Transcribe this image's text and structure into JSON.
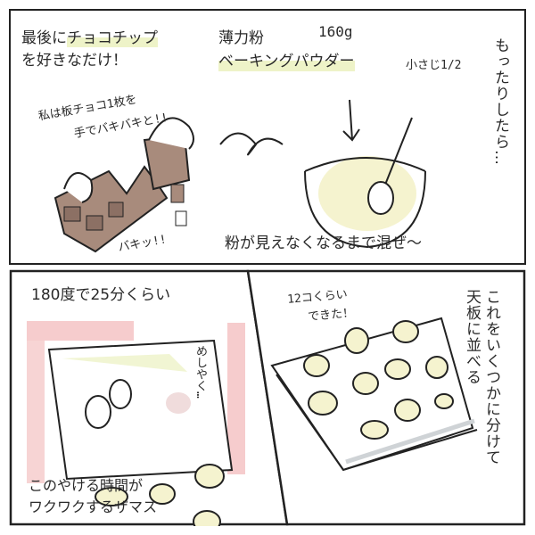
{
  "panel1": {
    "caption_line1_prefix": "最後に",
    "caption_line1_highlight": "チョコチップ",
    "caption_line2": "を好きなだけ！",
    "ingredient1": "薄力粉",
    "ingredient1_amount": "160g",
    "ingredient2": "ベーキングパウダー",
    "ingredient2_amount": "小さじ1/2",
    "note_line1": "私は板チョコ1枚を",
    "note_line2": "手でバキバキと!!",
    "sfx": "バキッ!!",
    "mix_caption": "粉が見えなくなるまで混ぜ〜",
    "vertical_caption": "もったりしたら…"
  },
  "panel2": {
    "caption_top": "180度で25分くらい",
    "face_sfx": "めしやく…",
    "caption_bottom_line1": "このやける時間が",
    "caption_bottom_line2": "ワクワクするザマス"
  },
  "panel3": {
    "note_line1": "12コくらい",
    "note_line2": "できた！",
    "vertical_caption_col1": "これをいくつかに分けて",
    "vertical_caption_col2": "天板に並べる"
  },
  "colors": {
    "highlight": "#eef3c8",
    "chocolate": "#a88b7c",
    "oven_pink": "#f2b7b8",
    "dough": "#f5f3cf"
  }
}
